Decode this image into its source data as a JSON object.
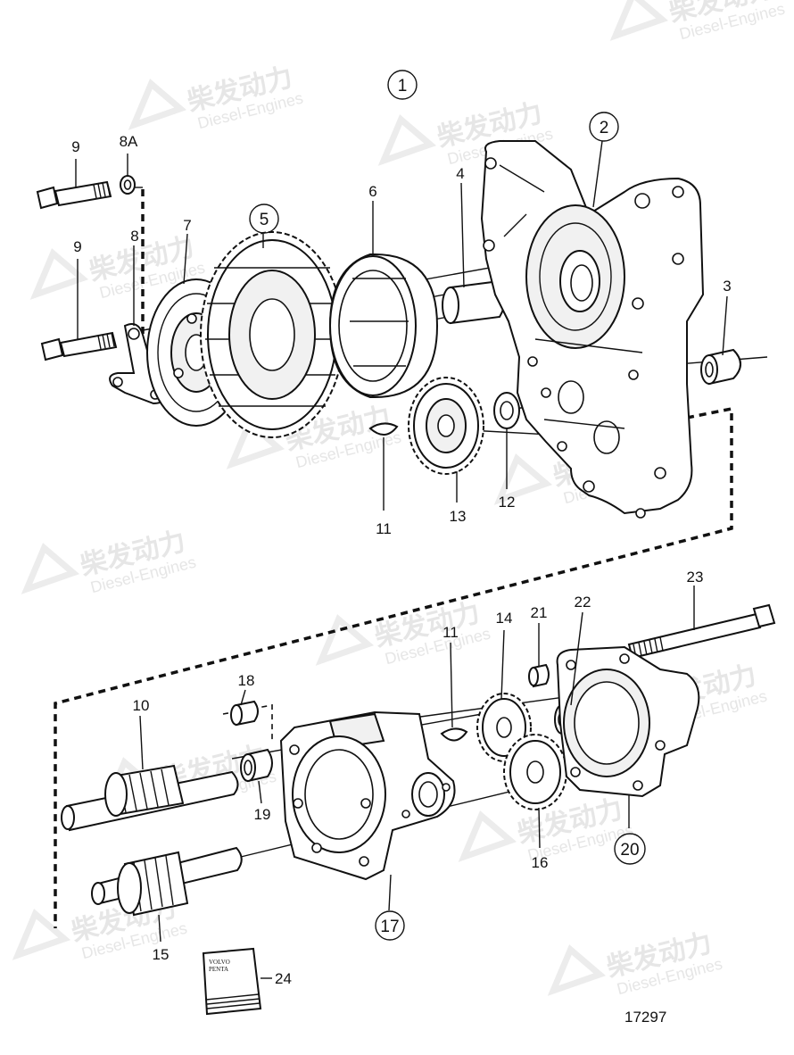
{
  "figure_number": "17297",
  "watermark": {
    "brand_cn": "柴发动力",
    "brand_en": "Diesel-Engines"
  },
  "manual_label": {
    "line1": "VOLVO",
    "line2": "PENTA"
  },
  "circled_labels": [
    "1",
    "2",
    "5",
    "17",
    "20"
  ],
  "part_labels": {
    "p1": "1",
    "p2": "2",
    "p3": "3",
    "p4": "4",
    "p5": "5",
    "p6": "6",
    "p7": "7",
    "p8": "8",
    "p8a": "8A",
    "p9a": "9",
    "p9b": "9",
    "p10": "10",
    "p11a": "11",
    "p11b": "11",
    "p12": "12",
    "p13": "13",
    "p14": "14",
    "p15": "15",
    "p16": "16",
    "p17": "17",
    "p18": "18",
    "p19": "19",
    "p20": "20",
    "p21": "21",
    "p22": "22",
    "p23": "23",
    "p24": "24"
  }
}
